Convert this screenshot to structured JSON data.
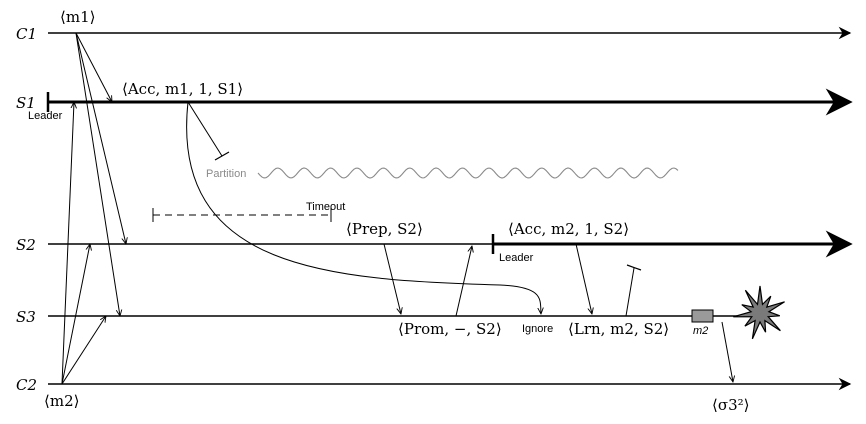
{
  "processes": {
    "C1": "C1",
    "S1": "S1",
    "S2": "S2",
    "S3": "S3",
    "C2": "C2"
  },
  "labels": {
    "m1": "⟨m1⟩",
    "m2": "⟨m2⟩",
    "acc_s1": "⟨Acc, m1, 1, S1⟩",
    "leader_s1": "Leader",
    "partition": "Partition",
    "timeout": "Timeout",
    "prep_s2": "⟨Prep, S2⟩",
    "leader_s2": "Leader",
    "acc_s2": "⟨Acc, m2, 1, S2⟩",
    "prom": "⟨Prom, −, S2⟩",
    "ignore": "Ignore",
    "lrn": "⟨Lrn, m2, S2⟩",
    "m2_box": "m2",
    "sigma": "⟨σ3²⟩"
  },
  "colors": {
    "line": "#000000",
    "partition": "#8a8a8a",
    "box_fill": "#9a9a9a",
    "explosion_fill": "#7a7a7a"
  }
}
